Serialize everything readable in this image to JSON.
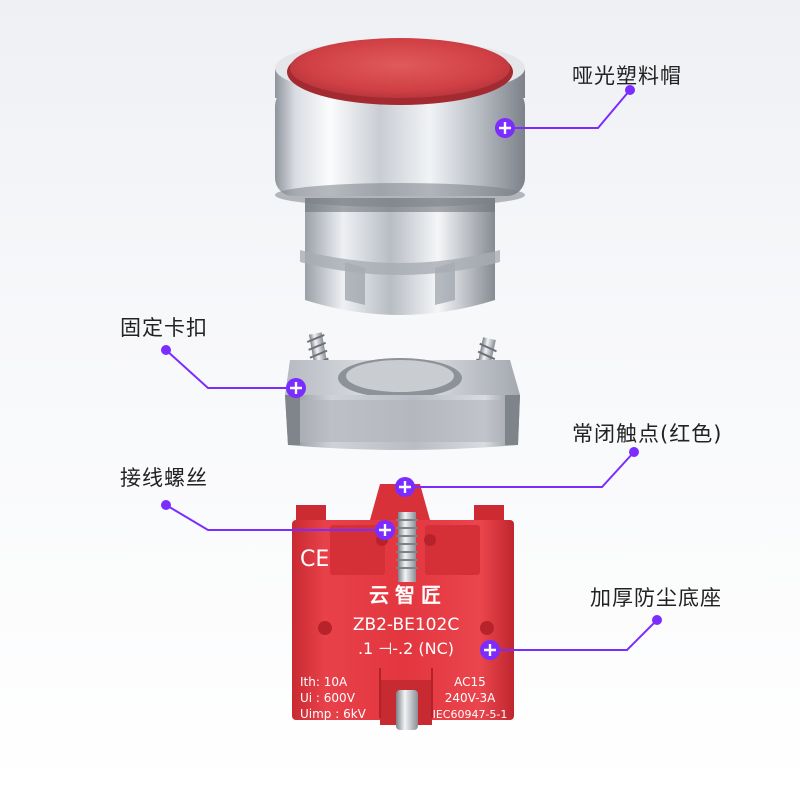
{
  "callouts": {
    "cap": "哑光塑料帽",
    "clip": "固定卡扣",
    "contact": "常闭触点(红色)",
    "screw": "接线螺丝",
    "base": "加厚防尘底座"
  },
  "contact_block": {
    "brand_chars": "云智匠",
    "model": "ZB2-BE102C",
    "circuit": ".1  ⊣-.2 (NC)",
    "ce_mark": "CE",
    "spec_left_1": "Ith: 10A",
    "spec_left_2": "Ui : 600V",
    "spec_left_3": "Uimp : 6kV",
    "spec_right_1": "AC15",
    "spec_right_2": "240V-3A",
    "spec_right_3": "IEC60947-5-1"
  },
  "colors": {
    "accent": "#7b2cff",
    "cap_red": "#d8474b",
    "block_red": "#e2353d",
    "metal_light": "#e8eaee",
    "metal_dark": "#8e939b"
  }
}
